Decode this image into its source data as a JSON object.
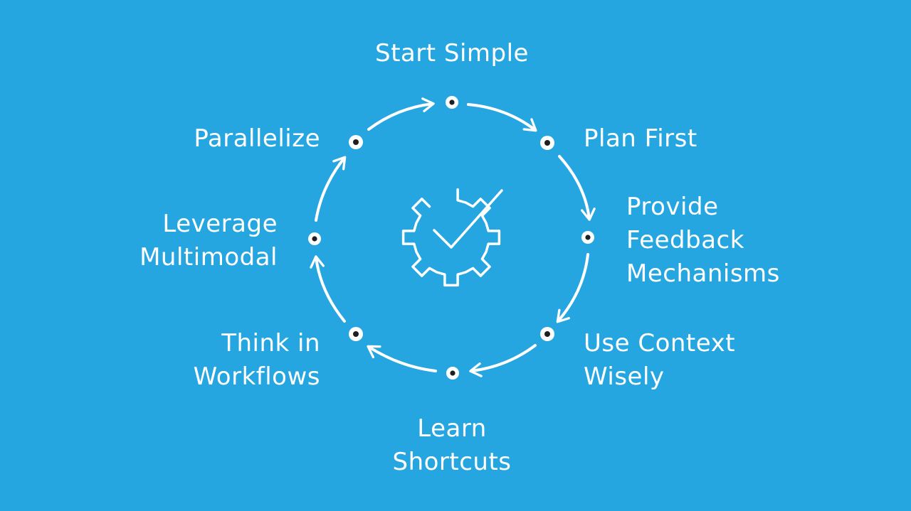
{
  "diagram": {
    "background_color": "#26a6e1",
    "stroke_color": "#ffffff",
    "dot_color": "#1f1f1f",
    "center_icon": "gear-checkmark-icon",
    "steps": [
      {
        "lines": [
          "Start Simple"
        ]
      },
      {
        "lines": [
          "Plan First"
        ]
      },
      {
        "lines": [
          "Provide",
          "Feedback",
          "Mechanisms"
        ]
      },
      {
        "lines": [
          "Use Context",
          "Wisely"
        ]
      },
      {
        "lines": [
          "Learn",
          "Shortcuts"
        ]
      },
      {
        "lines": [
          "Think in",
          "Workflows"
        ]
      },
      {
        "lines": [
          "Leverage",
          "Multimodal"
        ]
      },
      {
        "lines": [
          "Parallelize"
        ]
      }
    ]
  }
}
